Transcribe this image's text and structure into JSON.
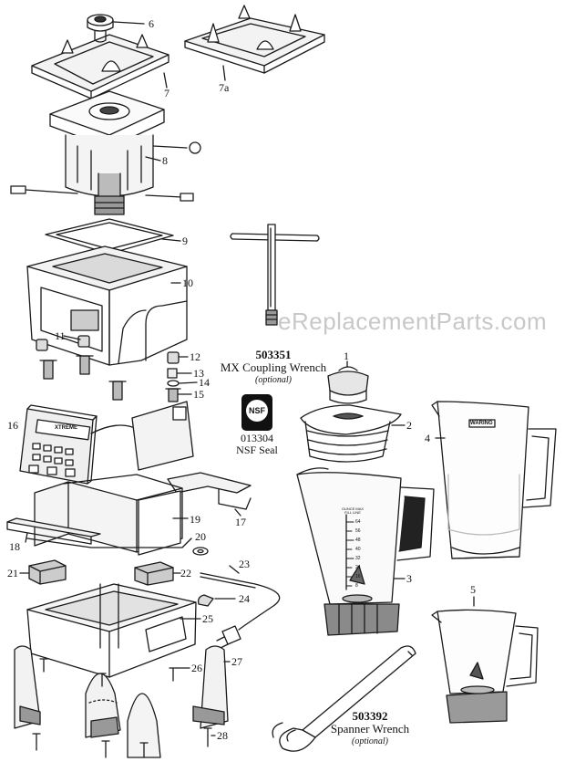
{
  "watermark": "eReplacementParts.com",
  "part_numbers": [
    "1",
    "2",
    "3",
    "4",
    "5",
    "6",
    "7",
    "7a",
    "8",
    "9",
    "10",
    "11",
    "12",
    "13",
    "14",
    "15",
    "16",
    "17",
    "18",
    "19",
    "20",
    "21",
    "22",
    "23",
    "24",
    "25",
    "26",
    "27",
    "28"
  ],
  "accessories": {
    "coupling_wrench": {
      "number": "503351",
      "name": "MX Coupling Wrench",
      "note": "(optional)"
    },
    "nsf_seal": {
      "number": "013304",
      "name": "NSF Seal",
      "logo_text": "NSF"
    },
    "spanner_wrench": {
      "number": "503392",
      "name": "Spanner Wrench",
      "note": "(optional)"
    }
  },
  "container_markings": {
    "brand": "WARING",
    "scale_title": "OUNCE MAX FILL LINE",
    "scale_ticks": [
      "64",
      "56",
      "48",
      "40",
      "32",
      "24",
      "16",
      "8"
    ]
  },
  "control_panel_brand": "XTREME"
}
